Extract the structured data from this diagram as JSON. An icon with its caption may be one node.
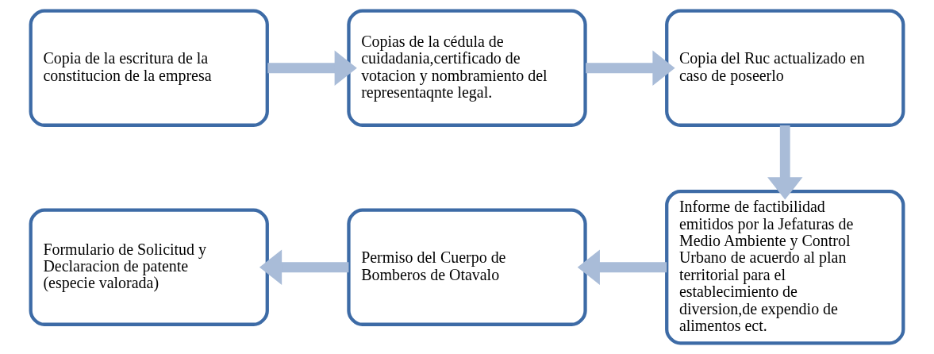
{
  "diagram": {
    "nodes": [
      {
        "text": [
          "Copia de la escritura de la constitucion de la empresa"
        ]
      },
      {
        "text": [
          "Copias de la cédula de cuidadania,certificado de votacion y nombramiento del representaqnte legal."
        ]
      },
      {
        "text": [
          "Copia del Ruc actualizado en caso de poseerlo"
        ]
      },
      {
        "text": [
          "Informe de factibilidad emitidos por la Jefaturas de Medio Ambiente y Control Urbano de acuerdo al plan territorial para el establecimiento de diversion,de expendio de alimentos ect."
        ]
      },
      {
        "text": [
          "Permiso del Cuerpo de Bomberos de Otavalo"
        ]
      },
      {
        "text": [
          "Formulario de Solicitud y Declaracion de patente (especie valorada)"
        ]
      }
    ],
    "edges": [
      {
        "from": 0,
        "to": 1,
        "arrow": "to"
      },
      {
        "from": 1,
        "to": 2,
        "arrow": "to"
      },
      {
        "from": 2,
        "to": 3,
        "arrow": "to"
      },
      {
        "from": 3,
        "to": 4,
        "arrow": "to"
      },
      {
        "from": 4,
        "to": 5,
        "arrow": "to"
      }
    ]
  }
}
